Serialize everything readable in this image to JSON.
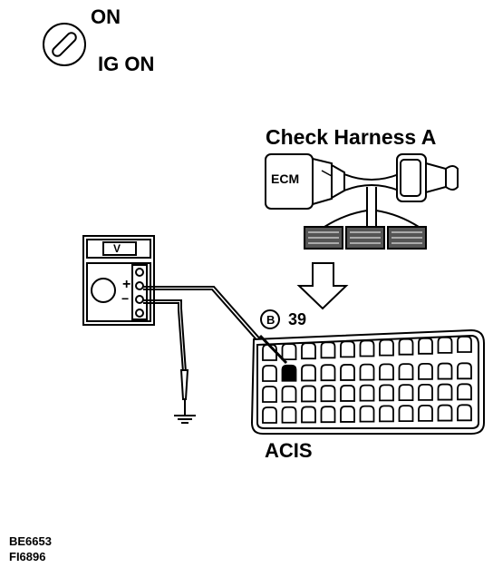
{
  "ignition": {
    "on_label": "ON",
    "ig_on_label": "IG ON"
  },
  "harness": {
    "title": "Check Harness A",
    "ecm_label": "ECM"
  },
  "connector": {
    "terminal_letter": "B",
    "terminal_number": "39",
    "name": "ACIS"
  },
  "meter": {
    "mode_label": "V",
    "plus_label": "+",
    "minus_label": "−"
  },
  "codes": [
    "BE6653",
    "FI6896"
  ]
}
